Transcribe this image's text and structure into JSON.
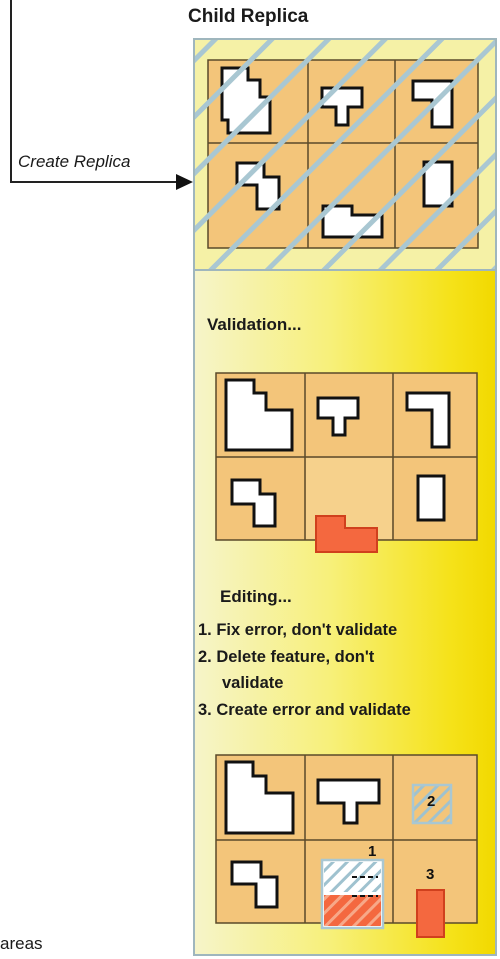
{
  "diagram": {
    "title": "Child Replica",
    "arrow_label": "Create Replica",
    "validation_label": "Validation...",
    "editing": {
      "title": "Editing...",
      "steps": [
        "1. Fix error, don't validate",
        "2. Delete feature, don't",
        "validate",
        "3. Create error and validate"
      ]
    },
    "markers": [
      "1",
      "2",
      "3"
    ],
    "footer_fragment": "areas"
  },
  "colors": {
    "tile_fill": "#f3c57a",
    "tile_border": "#5a4a2a",
    "hatch": "#a9c7d2",
    "error_fill": "#f4683f",
    "error_border": "#d0401d",
    "panel_border": "#9fb6bd"
  }
}
